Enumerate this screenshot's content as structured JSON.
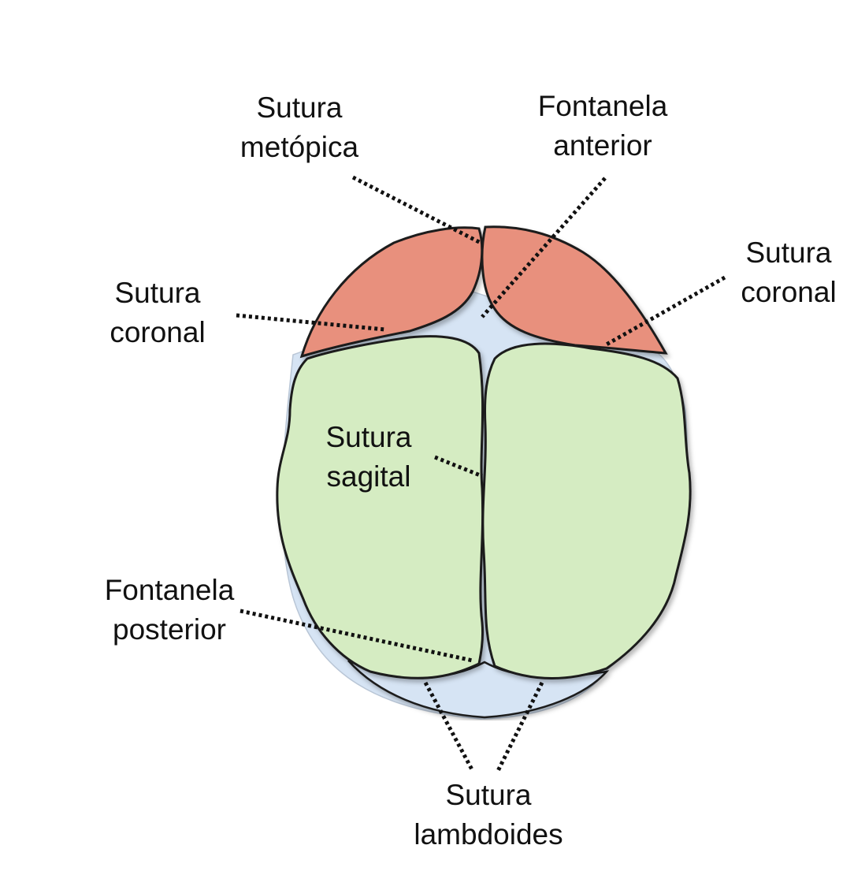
{
  "colors": {
    "frontal_bone": "#e8907d",
    "parietal_bone": "#d5ecc2",
    "fontanelle_membrane": "#d6e4f4",
    "outline": "#1a1a1a"
  },
  "labels": {
    "metopic_suture": [
      "Sutura",
      "metópica"
    ],
    "anterior_fontanelle": [
      "Fontanela",
      "anterior"
    ],
    "coronal_suture_left": [
      "Sutura",
      "coronal"
    ],
    "coronal_suture_right": [
      "Sutura",
      "coronal"
    ],
    "sagittal_suture": [
      "Sutura",
      "sagital"
    ],
    "posterior_fontanelle": [
      "Fontanela",
      "posterior"
    ],
    "lambdoid_suture": [
      "Sutura",
      "lambdoides"
    ]
  }
}
